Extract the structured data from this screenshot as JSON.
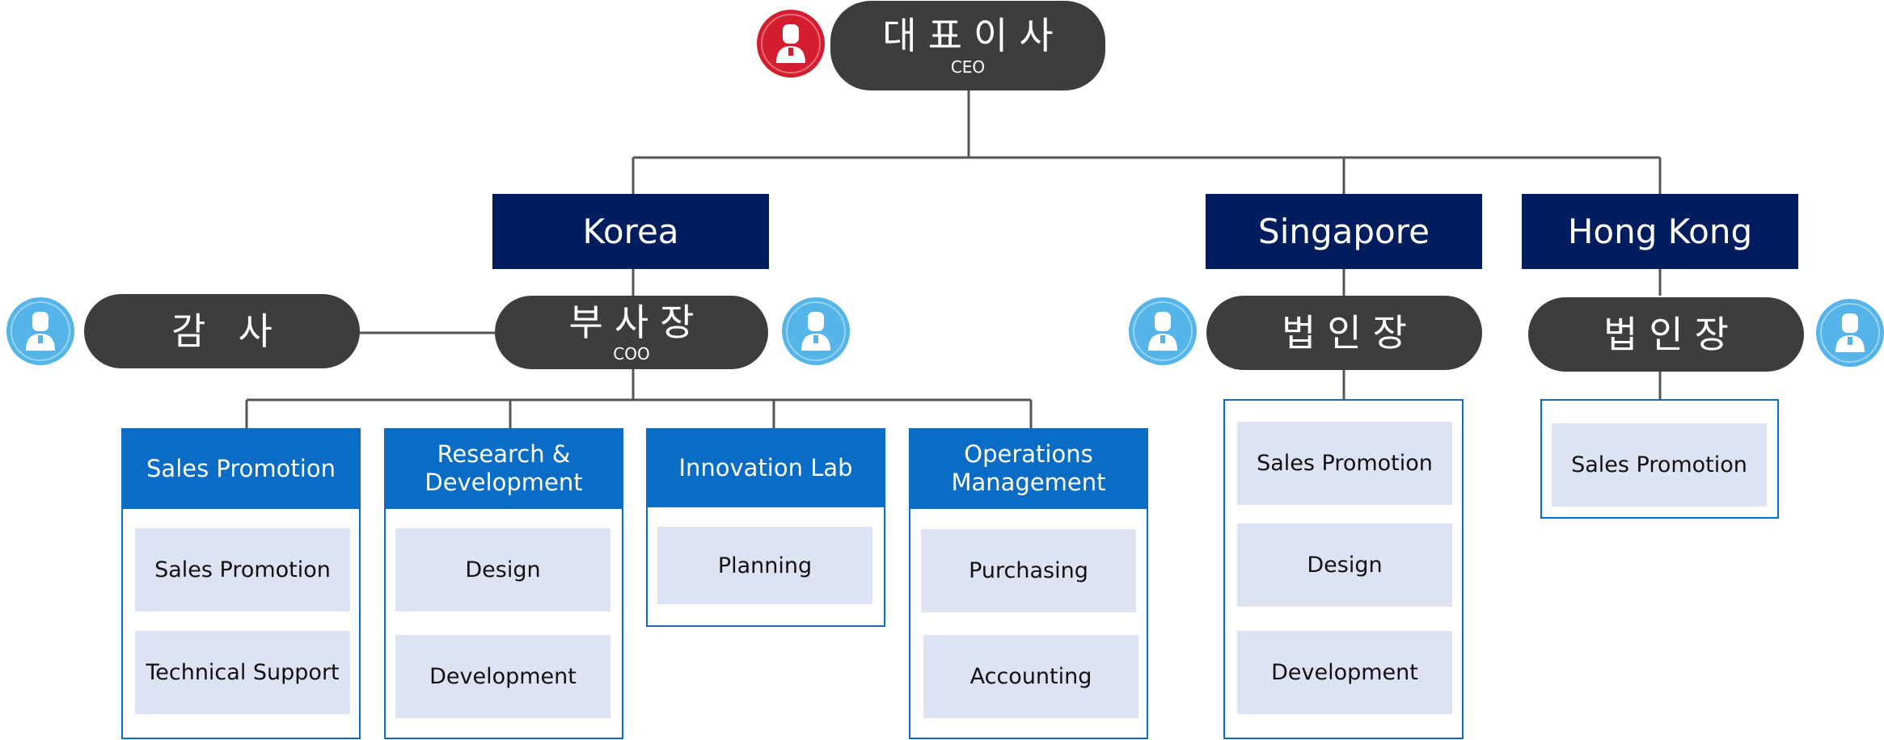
{
  "colors": {
    "pill": "#3d3d3d",
    "region": "#001e5e",
    "dept_header": "#0a6cc4",
    "unit_fill": "#dde3f2",
    "line": "#555555",
    "avatar_red": "#d41e30",
    "avatar_blue": "#56b5e8"
  },
  "ceo": {
    "title": "대표이사",
    "subtitle": "CEO",
    "icon": "person-icon-red"
  },
  "auditor": {
    "title": "감사",
    "icon": "person-icon-blue"
  },
  "regions": {
    "korea": {
      "name": "Korea",
      "head": {
        "title": "부사장",
        "subtitle": "COO",
        "icon": "person-icon-blue"
      },
      "departments": [
        {
          "name": "Sales Promotion",
          "units": [
            "Sales Promotion",
            "Technical Support"
          ]
        },
        {
          "name": "Research &\nDevelopment",
          "units": [
            "Design",
            "Development"
          ]
        },
        {
          "name": "Innovation Lab",
          "units": [
            "Planning"
          ]
        },
        {
          "name": "Operations\nManagement",
          "units": [
            "Purchasing",
            "Accounting"
          ]
        }
      ]
    },
    "singapore": {
      "name": "Singapore",
      "head": {
        "title": "법인장",
        "icon": "person-icon-blue"
      },
      "units": [
        "Sales Promotion",
        "Design",
        "Development"
      ]
    },
    "hongkong": {
      "name": "Hong Kong",
      "head": {
        "title": "법인장",
        "icon": "person-icon-blue"
      },
      "units": [
        "Sales Promotion"
      ]
    }
  }
}
